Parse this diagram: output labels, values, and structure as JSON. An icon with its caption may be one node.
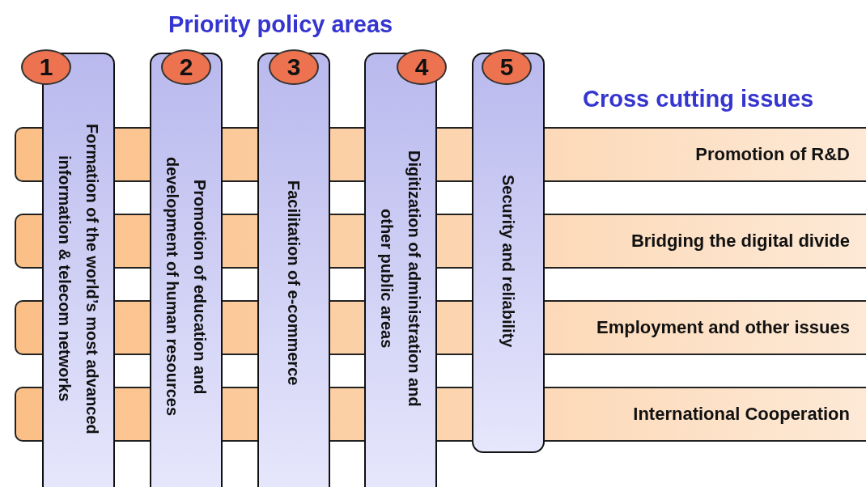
{
  "diagram": {
    "nodes": [
      {
        "text": [
          "Promotion of R&D"
        ]
      },
      {
        "text": [
          "Bridging the digital divide"
        ]
      },
      {
        "text": [
          "Employment and other issues"
        ]
      },
      {
        "text": [
          "International Cooperation"
        ]
      },
      {
        "text": [
          "1",
          "Formation of the world’s most advanced information & telecom networks"
        ]
      },
      {
        "text": [
          "2",
          "Promotion of education and development of human resources"
        ]
      },
      {
        "text": [
          "3",
          "Facilitation of e-commerce"
        ]
      },
      {
        "text": [
          "4",
          "Digitization of administration and other public areas"
        ]
      },
      {
        "text": [
          "5",
          "Security and reliability"
        ]
      }
    ],
    "edges": [],
    "labels": [
      "Priority policy areas",
      "Cross cutting issues"
    ]
  }
}
